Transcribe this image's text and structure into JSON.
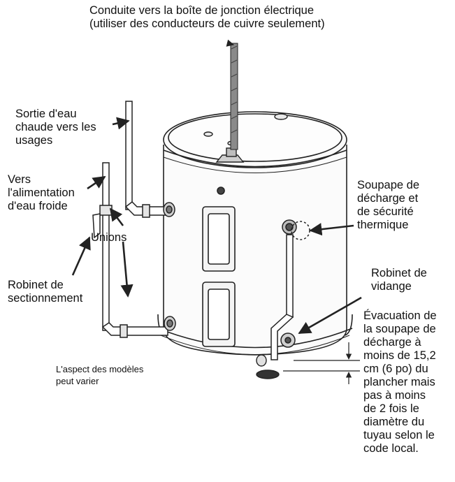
{
  "labels": {
    "conduit": "Conduite vers la boîte de jonction électrique\n(utiliser des conducteurs de cuivre seulement)",
    "hot_outlet": "Sortie d'eau\nchaude vers les\nusages",
    "cold_supply": "Vers\nl'alimentation\nd'eau froide",
    "unions": "Unions",
    "shutoff_valve": "Robinet de\nsectionnement",
    "relief_valve": "Soupape de\ndécharge et\nde sécurité\nthermique",
    "drain_valve": "Robinet de\nvidange",
    "relief_discharge": "Évacuation de\nla soupape de\ndécharge à\nmoins de 15,2\ncm (6 po) du\nplancher mais\npas à moins\nde 2 fois le\ndiamètre du\ntuyau selon le\ncode local.",
    "models_note": "L'aspect des modèles\npeut varier"
  },
  "colors": {
    "line": "#222222",
    "text": "#111111"
  }
}
